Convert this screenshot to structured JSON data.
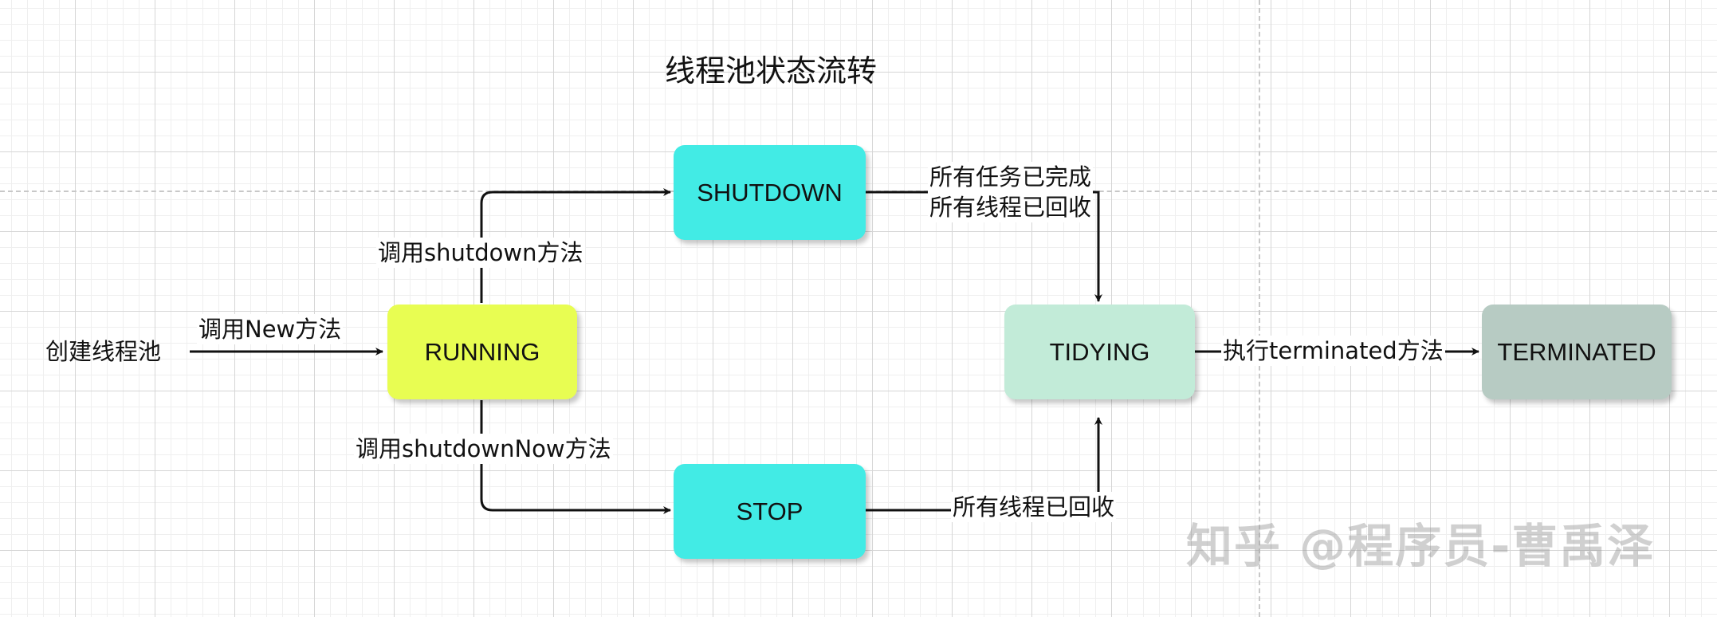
{
  "title": "线程池状态流转",
  "colors": {
    "running": "#e8fd52",
    "shutdown": "#42ebe5",
    "stop": "#42ebe5",
    "tidying": "#c2ebd8",
    "terminated": "#b7cbc3",
    "arrow": "#111111"
  },
  "nodes": {
    "running": "RUNNING",
    "shutdown": "SHUTDOWN",
    "stop": "STOP",
    "tidying": "TIDYING",
    "terminated": "TERMINATED"
  },
  "labels": {
    "create_pool": "创建线程池",
    "call_new": "调用New方法",
    "call_shutdown": "调用shutdown方法",
    "call_shutdown_now": "调用shutdownNow方法",
    "all_tasks_done": "所有任务已完成",
    "all_threads_reclaimed": "所有线程已回收",
    "stop_threads_reclaimed": "所有线程已回收",
    "call_terminated": "执行terminated方法"
  },
  "watermark": "知乎 @程序员-曹禹泽"
}
